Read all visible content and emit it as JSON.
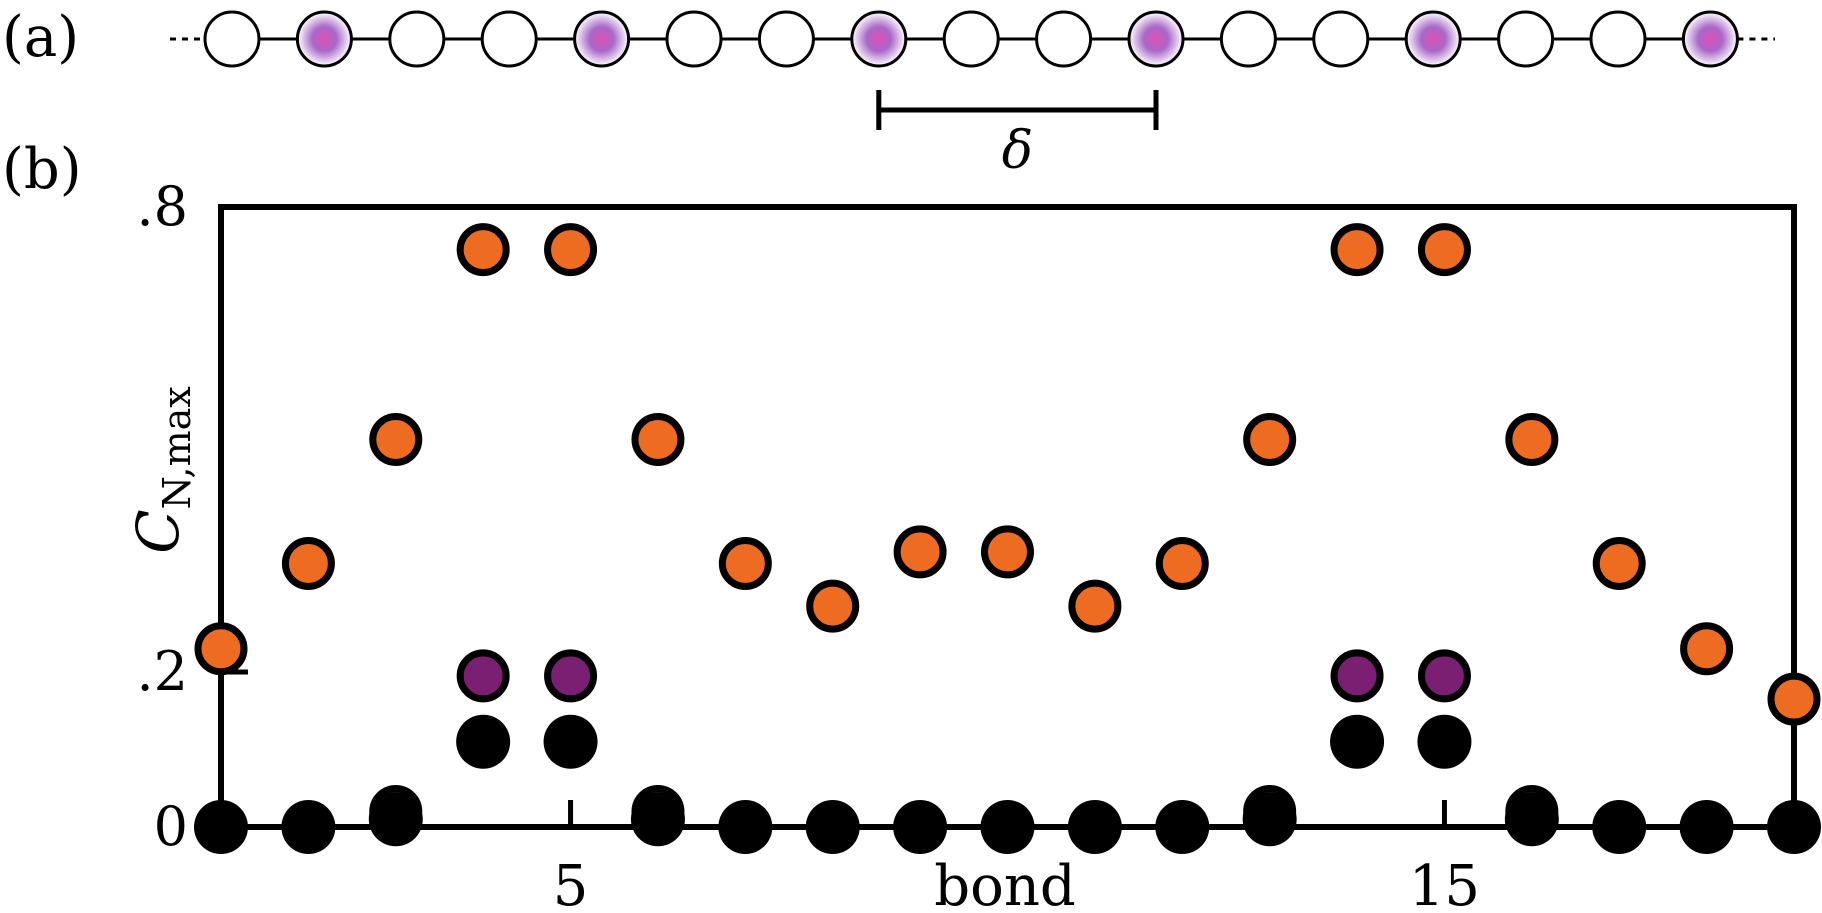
{
  "panel_a": {
    "label": "(a)",
    "site_count": 17,
    "shaded_sites": [
      2,
      5,
      8,
      11,
      14,
      17
    ],
    "delta_label": "δ",
    "delta_from_site": 8,
    "delta_to_site": 11
  },
  "panel_b": {
    "label": "(b)"
  },
  "chart_data": {
    "type": "scatter",
    "xlabel": "bond",
    "ylabel": "C",
    "ylabel_sub": "N,max",
    "xlim": [
      1,
      19
    ],
    "ylim": [
      0,
      0.8
    ],
    "xticks": [
      5,
      15
    ],
    "xtick_labels": [
      "5",
      "15"
    ],
    "yticks": [
      0,
      0.2,
      0.8
    ],
    "ytick_labels": [
      "0",
      ".2",
      ".8"
    ],
    "grid": false,
    "x": [
      1,
      2,
      3,
      4,
      5,
      6,
      7,
      8,
      9,
      10,
      11,
      12,
      13,
      14,
      15,
      16,
      17,
      18,
      19
    ],
    "series": [
      {
        "color": "#ee6c22",
        "values": [
          0.23,
          0.34,
          0.5,
          0.745,
          0.745,
          0.5,
          0.34,
          0.285,
          0.355,
          0.355,
          0.285,
          0.34,
          0.5,
          0.745,
          0.745,
          0.5,
          0.34,
          0.23,
          0.165
        ]
      },
      {
        "color": "#7a1f72",
        "values": [
          0,
          0,
          0.02,
          0.195,
          0.195,
          0.02,
          0,
          0,
          0,
          0,
          0,
          0,
          0.02,
          0.195,
          0.195,
          0.02,
          0,
          0,
          0
        ]
      },
      {
        "color": "#000000",
        "values": [
          0,
          0,
          0.01,
          0.11,
          0.11,
          0.01,
          0,
          0,
          0,
          0,
          0,
          0,
          0.01,
          0.11,
          0.11,
          0.01,
          0,
          0,
          0
        ]
      }
    ]
  }
}
